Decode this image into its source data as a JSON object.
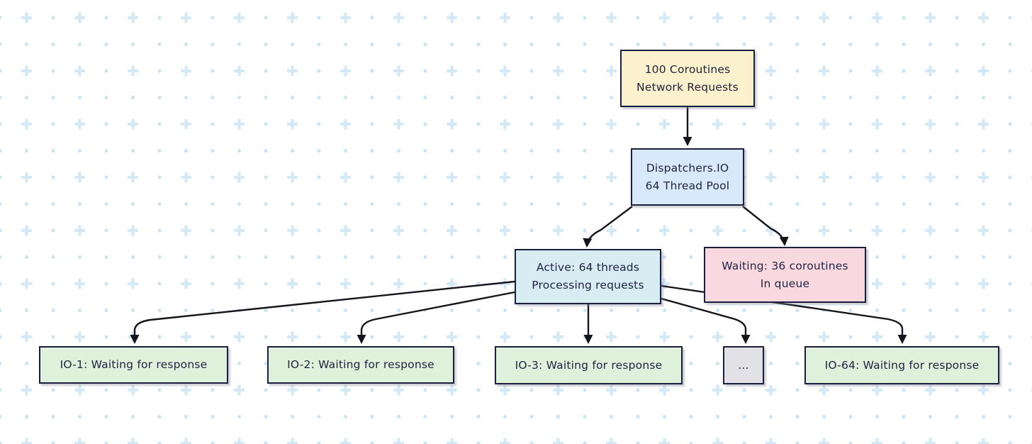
{
  "diagram": {
    "description": "Kotlin coroutines Dispatchers.IO thread pool flow diagram",
    "palette": {
      "background": "#ffffff",
      "pattern_plus": "#d3e9f6",
      "pattern_dot": "#cde5f3",
      "node_border": "#1b1f3e",
      "node_text": "#1f2340",
      "arrow": "#14141c",
      "fill_yellow": "#fbf1cd",
      "fill_blue": "#d9e9fc",
      "fill_teal": "#d7ecf3",
      "fill_pink": "#f9d9df",
      "fill_green": "#dff0db",
      "fill_gray": "#e2e2e6"
    },
    "nodes": {
      "coroutines": {
        "line1": "100 Coroutines",
        "line2": "Network Requests",
        "fill": "#fbf1cd"
      },
      "dispatcher": {
        "line1": "Dispatchers.IO",
        "line2": "64 Thread Pool",
        "fill": "#d9e9fc"
      },
      "active": {
        "line1": "Active: 64 threads",
        "line2": "Processing requests",
        "fill": "#d7ecf3"
      },
      "waiting": {
        "line1": "Waiting: 36 coroutines",
        "line2": "In queue",
        "fill": "#f9d9df"
      },
      "io1": {
        "line1": "IO-1: Waiting for response",
        "fill": "#dff0db"
      },
      "io2": {
        "line1": "IO-2: Waiting for response",
        "fill": "#dff0db"
      },
      "io3": {
        "line1": "IO-3: Waiting for response",
        "fill": "#dff0db"
      },
      "ellipsis": {
        "line1": "...",
        "fill": "#e2e2e6"
      },
      "io64": {
        "line1": "IO-64: Waiting for response",
        "fill": "#dff0db"
      }
    },
    "edges": [
      {
        "from": "coroutines",
        "to": "dispatcher"
      },
      {
        "from": "dispatcher",
        "to": "active"
      },
      {
        "from": "dispatcher",
        "to": "waiting"
      },
      {
        "from": "active",
        "to": "io1"
      },
      {
        "from": "active",
        "to": "io2"
      },
      {
        "from": "active",
        "to": "io3"
      },
      {
        "from": "active",
        "to": "ellipsis"
      },
      {
        "from": "active",
        "to": "io64"
      }
    ]
  }
}
